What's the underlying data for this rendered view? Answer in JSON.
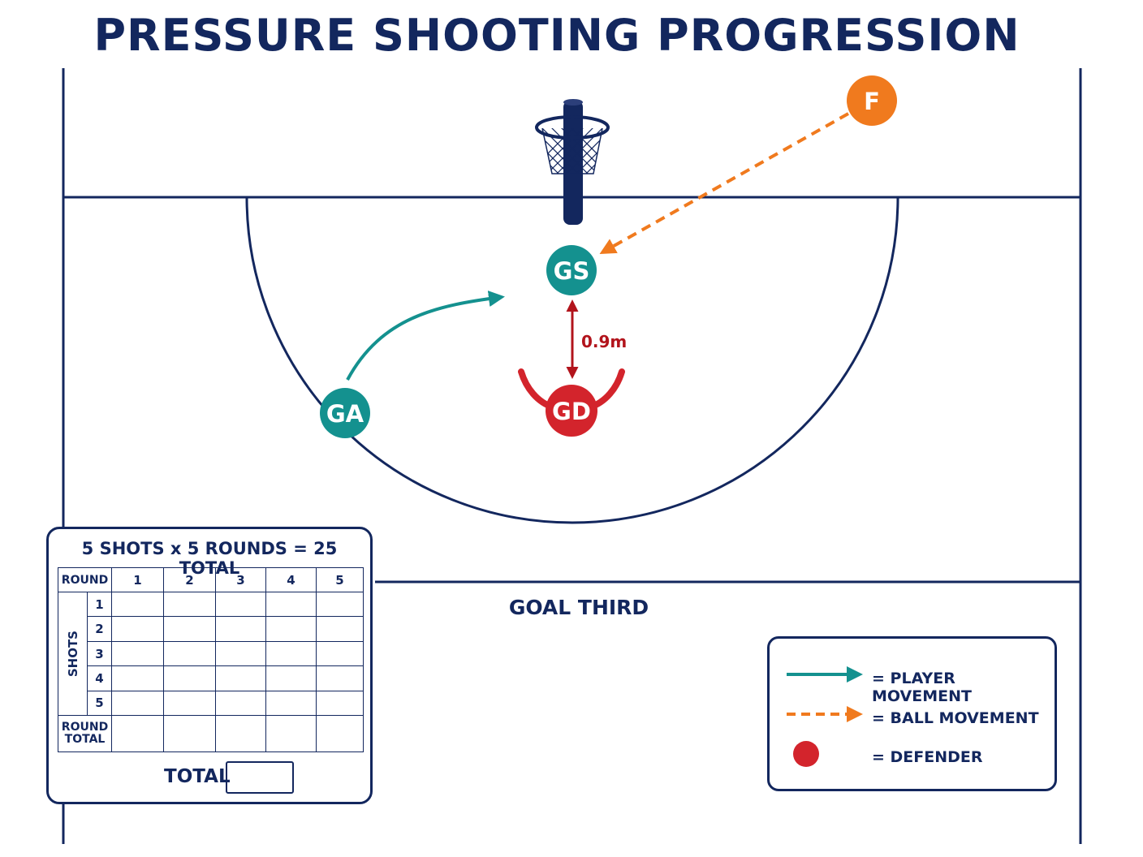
{
  "title": "PRESSURE SHOOTING PROGRESSION",
  "zone_label": "GOAL THIRD",
  "players": {
    "gs": "GS",
    "ga": "GA",
    "gd": "GD",
    "f": "F"
  },
  "distance_label": "0.9m",
  "colors": {
    "navy": "#13275e",
    "teal": "#14918f",
    "orange": "#f07a1e",
    "red": "#d3242c",
    "dark_red": "#b2141c"
  },
  "score_card": {
    "heading": "5 SHOTS x 5 ROUNDS = 25 TOTAL",
    "round_header": "ROUND",
    "rounds": [
      "1",
      "2",
      "3",
      "4",
      "5"
    ],
    "shots_label": "SHOTS",
    "shots": [
      "1",
      "2",
      "3",
      "4",
      "5"
    ],
    "round_total_line1": "ROUND",
    "round_total_line2": "TOTAL",
    "total_label": "TOTAL"
  },
  "legend": {
    "player_movement": "= PLAYER MOVEMENT",
    "ball_movement": "= BALL MOVEMENT",
    "defender": "= DEFENDER"
  }
}
